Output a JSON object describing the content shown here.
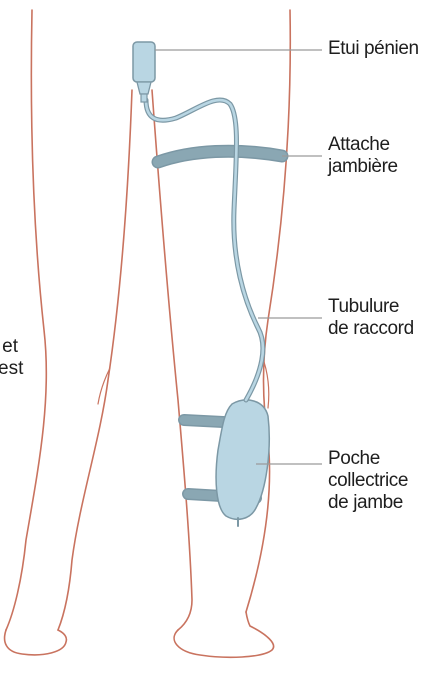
{
  "colors": {
    "skin_outline": "#c9735f",
    "device_fill": "#b9d6e3",
    "device_stroke": "#7c98a5",
    "strap_fill": "#8aa7b3",
    "leader_line": "#9a9a9a",
    "text": "#1e1e1e"
  },
  "labels": {
    "etui": {
      "lines": [
        "Etui pénien"
      ]
    },
    "attache": {
      "lines": [
        "Attache",
        "jambière"
      ]
    },
    "tubulure": {
      "lines": [
        "Tubulure",
        "de raccord"
      ]
    },
    "poche": {
      "lines": [
        "Poche",
        "collectrice",
        "de jambe"
      ]
    }
  },
  "left_fragment": {
    "lines": [
      "et",
      "est"
    ]
  }
}
